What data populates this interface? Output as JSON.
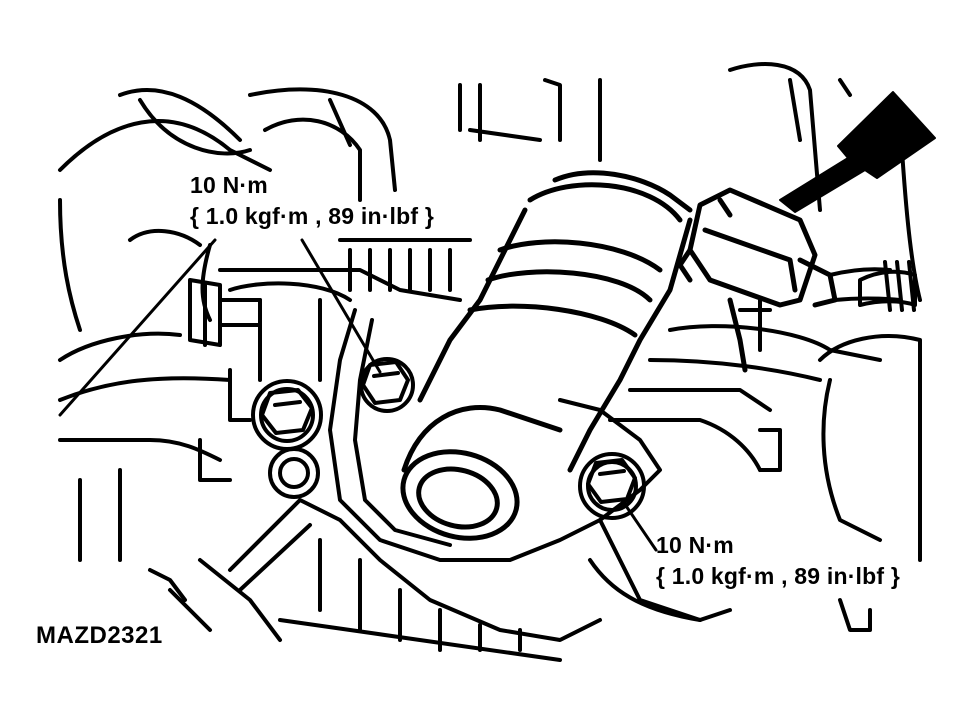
{
  "callouts": {
    "top": {
      "torque": "10 N·m",
      "conversion": "{ 1.0 kgf·m , 89 in·lbf }"
    },
    "bottom": {
      "torque": "10 N·m",
      "conversion": "{ 1.0 kgf·m , 89 in·lbf }"
    }
  },
  "figure_id": "MAZD2321",
  "colors": {
    "ink": "#000000",
    "paper": "#ffffff"
  },
  "icons": {
    "pointer": "arrow-icon"
  }
}
